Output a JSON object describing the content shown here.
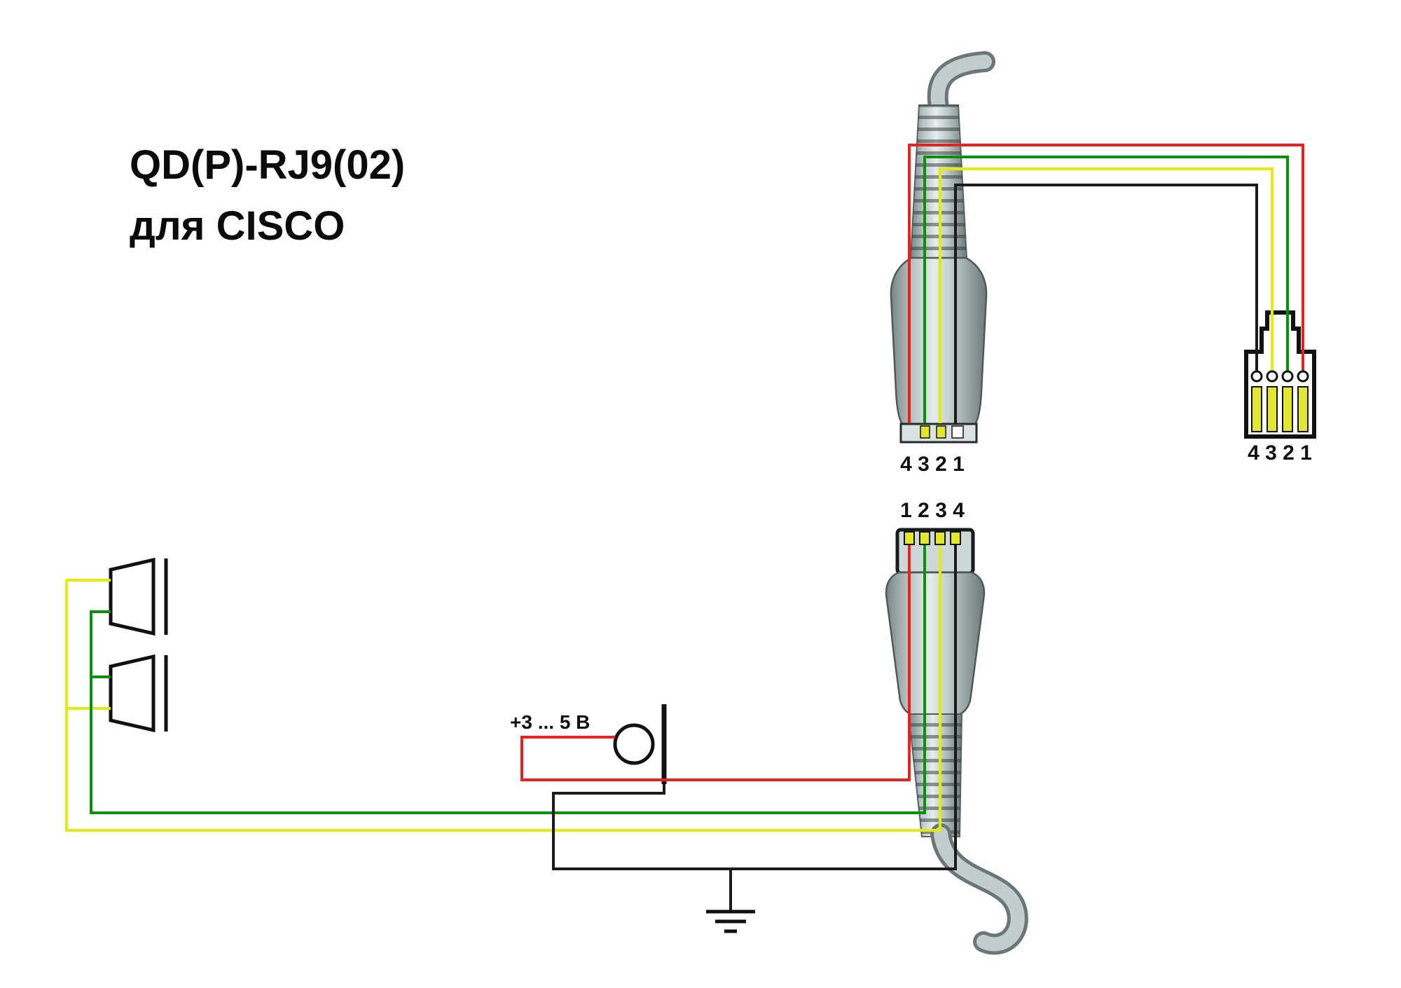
{
  "title": {
    "line1": "QD(P)-RJ9(02)",
    "line2": "для CISCO"
  },
  "labels": {
    "qd_top_pins": "4 3 2 1",
    "qd_bottom_pins": "1 2 3 4",
    "rj9_pins": "4 3 2 1",
    "mic_voltage": "+3 ... 5 В"
  },
  "colors": {
    "wire_red": "#e8211c",
    "wire_green": "#0c8f0c",
    "wire_yellow": "#e3ec0c",
    "wire_black": "#1b1b1b",
    "contact_yellow": "#e2e62e",
    "outline": "#111111"
  }
}
